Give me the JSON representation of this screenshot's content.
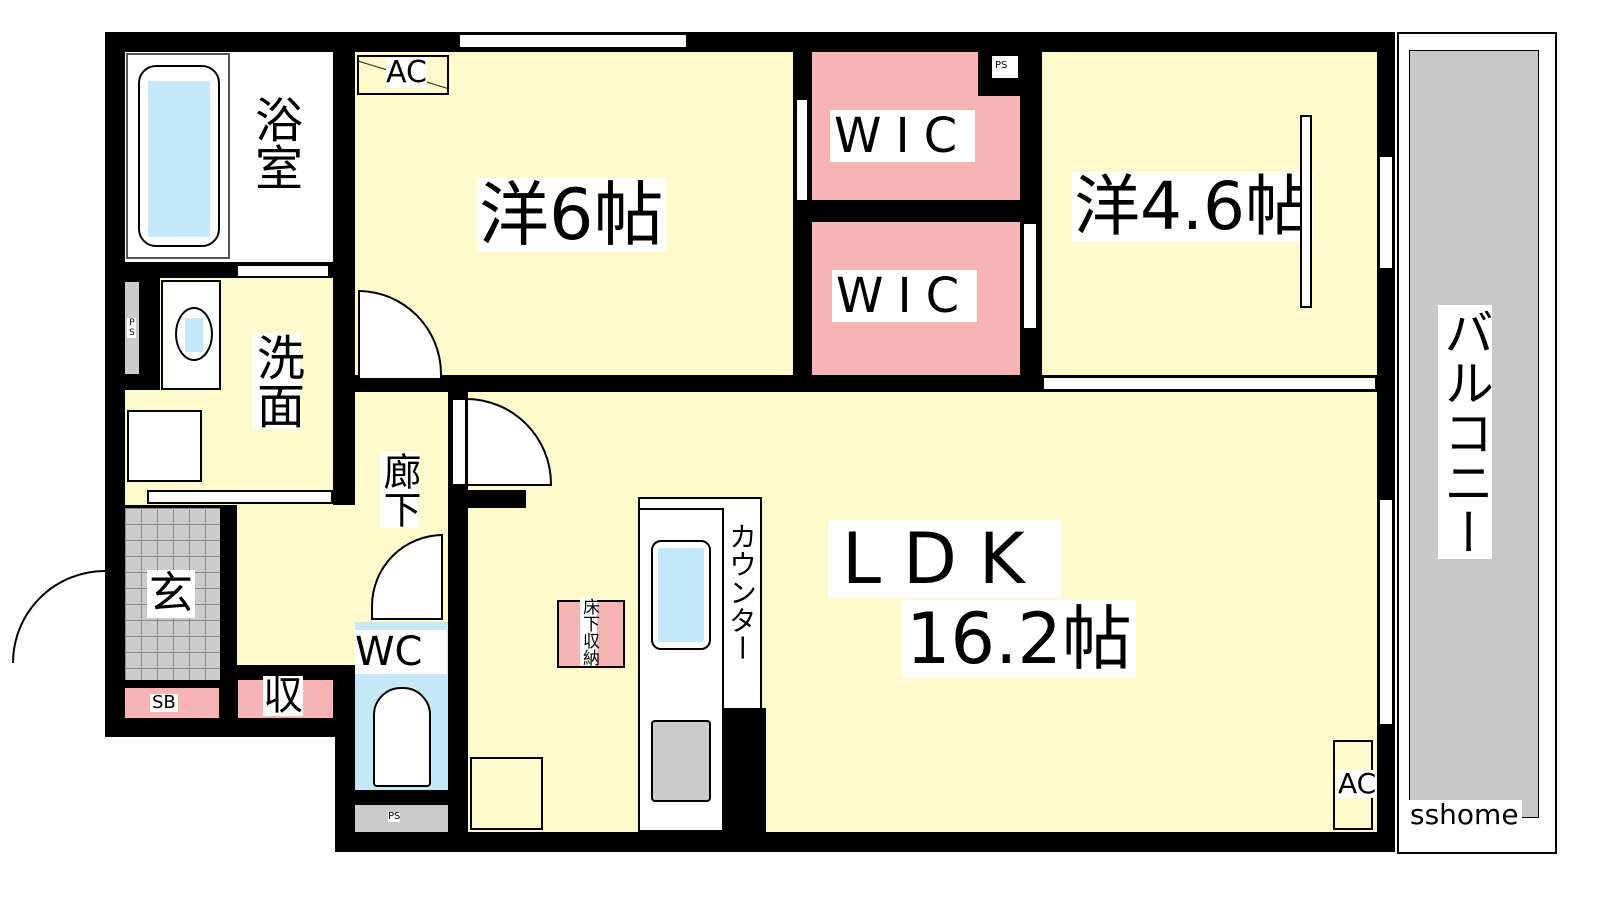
{
  "rooms": {
    "bath": "浴室",
    "washroom": "洗面",
    "hallway": "廊下",
    "entrance": "玄",
    "shoe_box": "SB",
    "storage": "収",
    "wc": "WC",
    "western_6": "洋6帖",
    "wic_1": "WIC",
    "wic_2": "WIC",
    "western_46": "洋4.6帖",
    "ldk_name": "LDK",
    "ldk_size": "16.2帖",
    "counter": "カウンター",
    "underfloor_storage": "床下収納",
    "balcony": "バルコニー"
  },
  "fixtures": {
    "ac_1": "AC",
    "ac_2": "AC",
    "ps_1": "PS",
    "ps_2": "PS",
    "ps_3": "PS"
  },
  "watermark": "sshome",
  "colors": {
    "floor": "#FFF9CC",
    "closet": "#F8B4B4",
    "water": "#C4E8F8",
    "wall": "#000000"
  }
}
